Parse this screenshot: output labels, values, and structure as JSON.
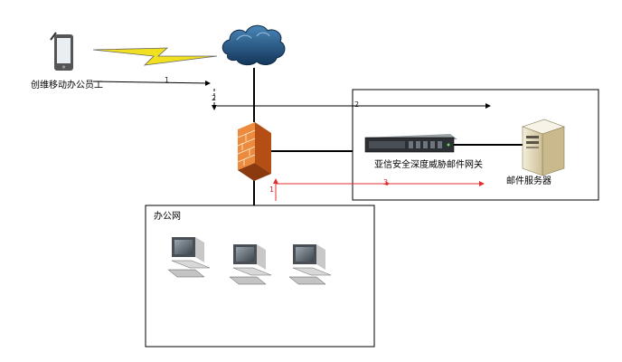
{
  "labels": {
    "mobile_user": "创维移动办公员工",
    "gateway": "亚信安全深度威胁邮件网关",
    "mail_server": "邮件服务器",
    "office_net": "办公网"
  },
  "flow_numbers": {
    "mobile_to_internet": "1",
    "internet_down": "2",
    "to_dmz": "2",
    "office_up": "1",
    "gateway_to_server": "3"
  },
  "colors": {
    "flow_red": "#e03030",
    "flow_black": "#000000",
    "firewall_brick": "#e8792a",
    "cloud": "#2b5f8f",
    "lightning": "#f0e020"
  },
  "icons": [
    "smartphone-icon",
    "lightning-icon",
    "internet-cloud-icon",
    "firewall-icon",
    "rack-server-icon",
    "tower-server-icon",
    "desktop-pc-icon"
  ]
}
